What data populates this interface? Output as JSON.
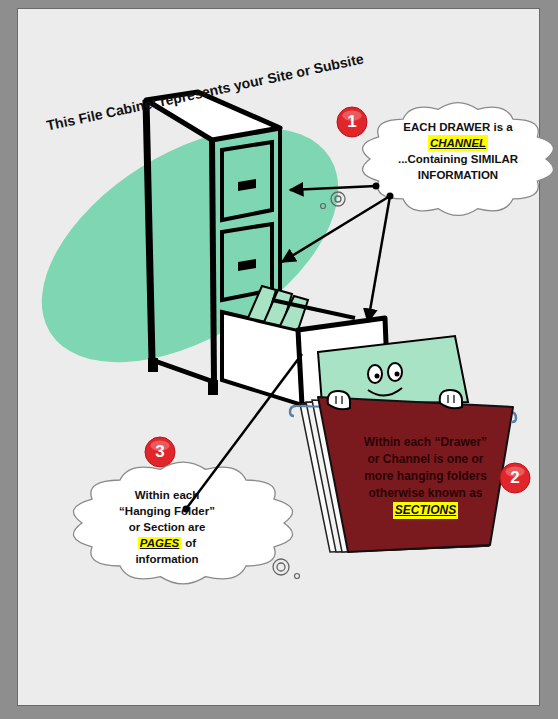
{
  "diagram": {
    "title": "This File Cabinet represents your Site or Subsite",
    "nodes": [
      {
        "text": [
          "1"
        ]
      },
      {
        "text": [
          "EACH DRAWER is a",
          "CHANNEL",
          "...Containing SIMILAR INFORMATION"
        ]
      },
      {
        "text": [
          "Within each “Drawer” or Channel is one or more hanging folders otherwise known as",
          "SECTIONS"
        ]
      },
      {
        "text": [
          "2"
        ]
      },
      {
        "text": [
          "3"
        ]
      },
      {
        "text": [
          "Within each “Hanging Folder” or Section are",
          "PAGES",
          "of information"
        ]
      }
    ]
  }
}
